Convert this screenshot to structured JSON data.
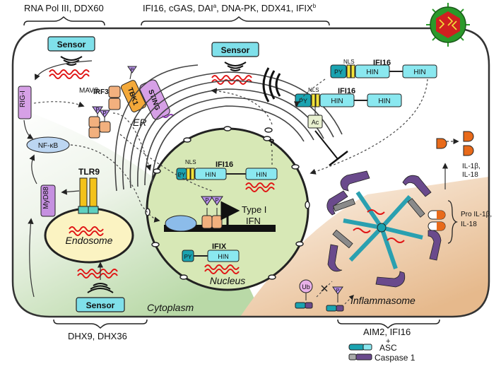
{
  "top_labels": {
    "left": "RNA Pol III, DDX60",
    "center": "IFI16, cGAS, DAI",
    "center_sup_a": "a",
    "center_tail": ", DNA-PK, DDX41, IFIX",
    "center_sup_b": "b"
  },
  "bottom_labels": {
    "left": "DHX9, DHX36",
    "right": "AIM2, IFI16",
    "plus": "+",
    "asc": "ASC",
    "caspase": "Caspase 1"
  },
  "sensor_label": "Sensor",
  "compartments": {
    "er": "ER",
    "nucleus": "Nucleus",
    "cytoplasm": "Cytoplasm",
    "endosome": "Endosome",
    "inflammasome": "Inflammasome"
  },
  "proteins": {
    "rig_i": "RIG-I",
    "mavs": "MAVS",
    "irf3": "IRF3",
    "tbk1": "TBK1",
    "sting": "STING",
    "nfkb": "NF-κB",
    "myd88": "MyD88",
    "tlr9": "TLR9",
    "ifi16": "IFI16",
    "ifix": "IFIX",
    "nls": "NLS",
    "py": "PY",
    "hin": "HIN",
    "ac": "Ac",
    "p": "P",
    "ub": "Ub",
    "question": "?",
    "type1": "Type I",
    "ifn": "IFN"
  },
  "side_labels": {
    "il1b": "IL-1β,",
    "il18": "IL-18",
    "pro": "Pro IL-1β,",
    "pro_il18": "IL-18"
  },
  "colors": {
    "sensor_fill": "#7fe0ea",
    "py_fill": "#1aa3b0",
    "hin_fill": "#8ae8f0",
    "nls_fill": "#f2e23a",
    "irf3_fill": "#f2b07e",
    "tbk1_fill": "#f3a93a",
    "sting_fill": "#d6a0e6",
    "dna_red": "#e01515",
    "nucleus_fill": "#d7e8b6",
    "endosome_fill": "#fbf3c2",
    "myd88_fill": "#c590e0",
    "nfkb_fill": "#bcd6f2",
    "phospho": "#b690e8",
    "purple_chain": "#6a4a8c",
    "virus_green": "#2a9a2a",
    "virus_red": "#d02020"
  }
}
